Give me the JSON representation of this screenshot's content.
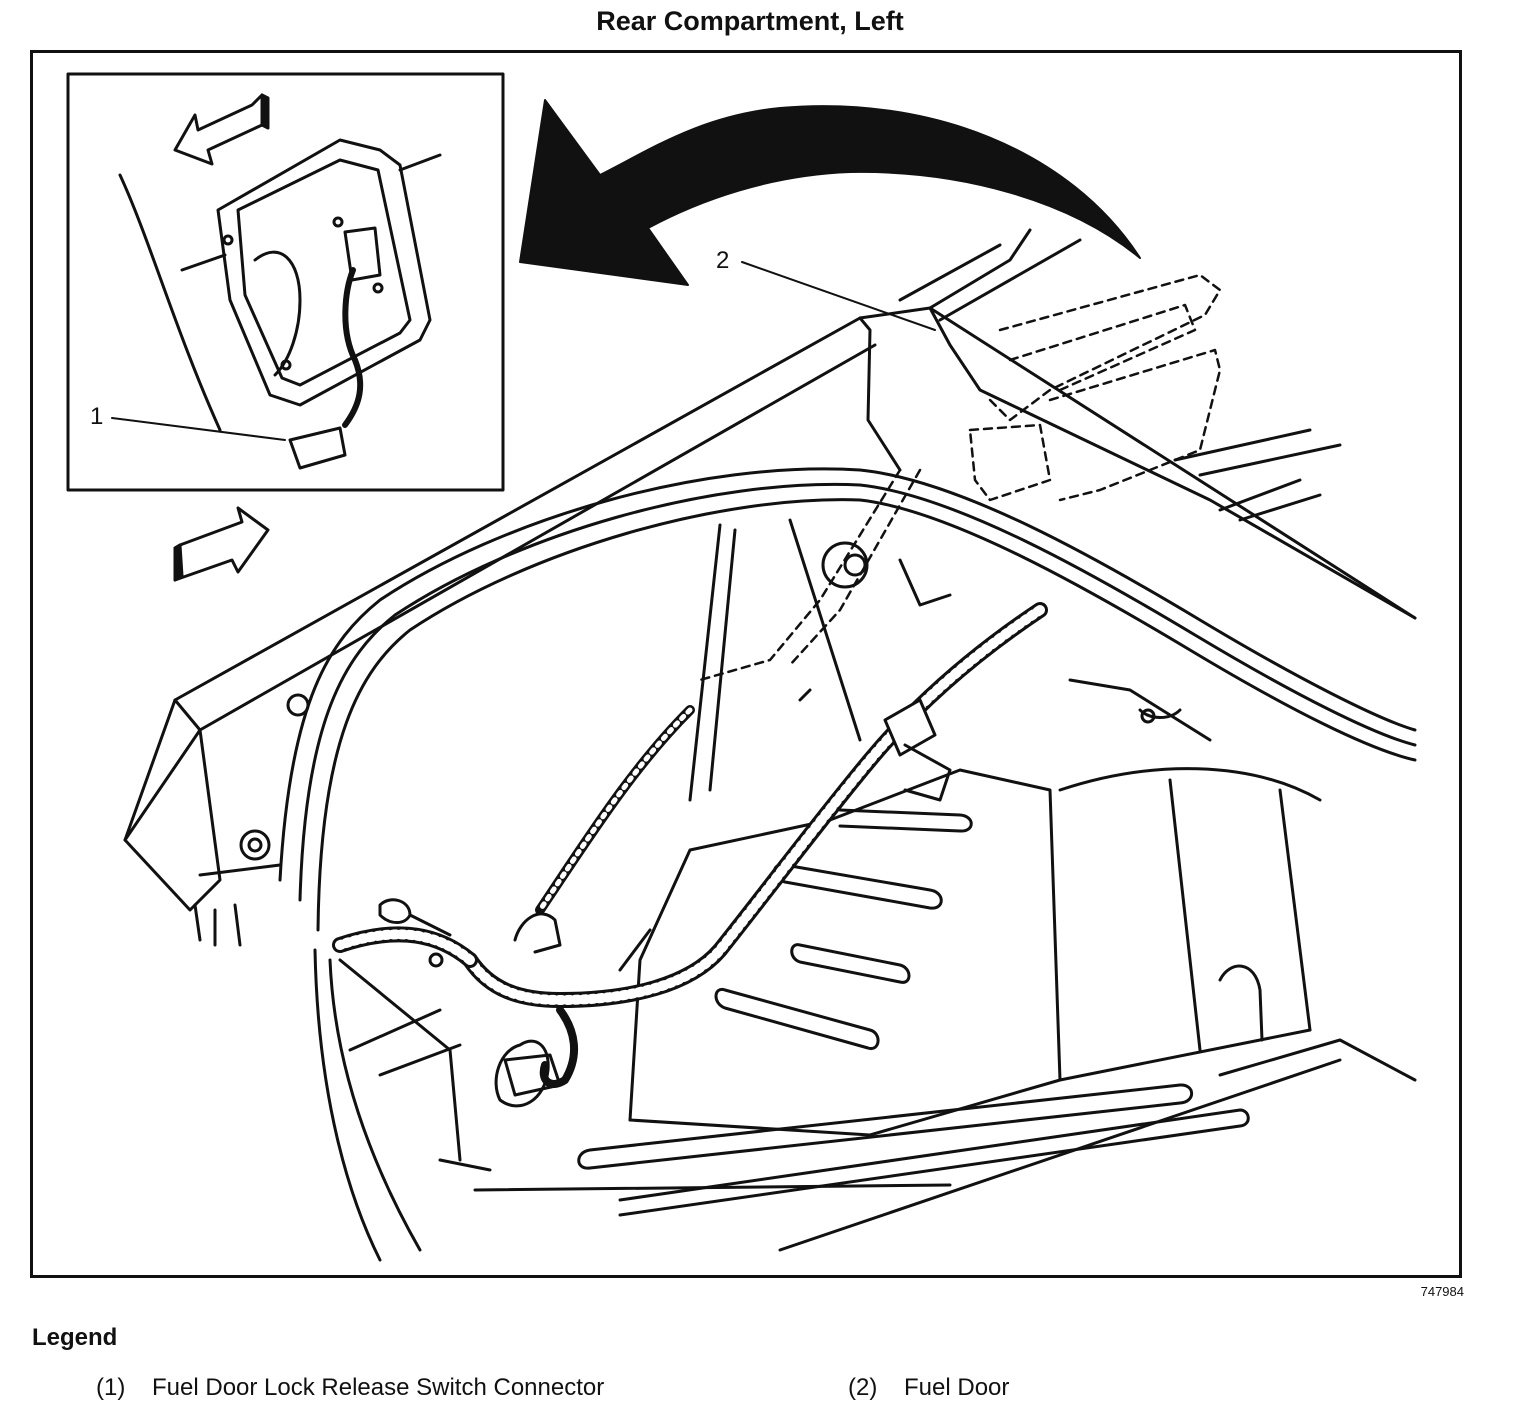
{
  "title": "Rear Compartment, Left",
  "figure_id": "747984",
  "callouts": [
    "1",
    "2"
  ],
  "legend": {
    "heading": "Legend",
    "items": [
      {
        "number": "(1)",
        "label": "Fuel Door Lock Release Switch Connector"
      },
      {
        "number": "(2)",
        "label": "Fuel Door"
      }
    ]
  },
  "colors": {
    "ink": "#111111",
    "paper": "#ffffff"
  }
}
